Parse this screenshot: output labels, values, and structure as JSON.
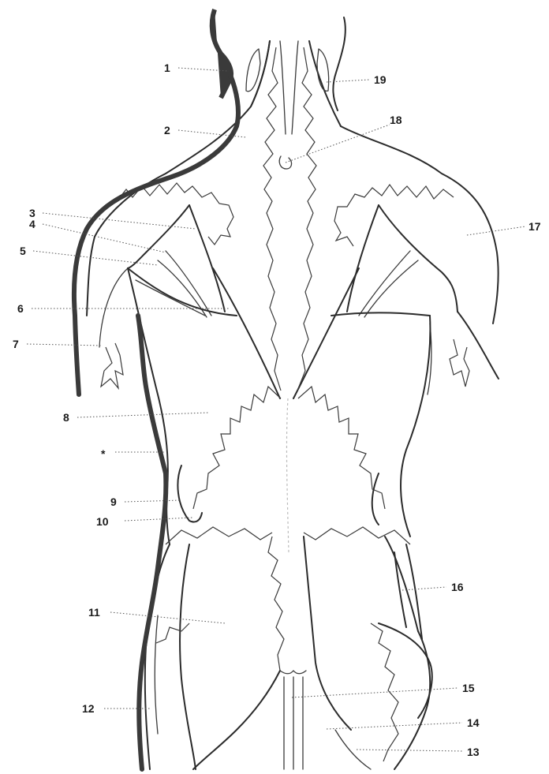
{
  "figure": {
    "labels": [
      {
        "id": "1",
        "text": "1"
      },
      {
        "id": "2",
        "text": "2"
      },
      {
        "id": "3",
        "text": "3"
      },
      {
        "id": "4",
        "text": "4"
      },
      {
        "id": "5",
        "text": "5"
      },
      {
        "id": "6",
        "text": "6"
      },
      {
        "id": "7",
        "text": "7"
      },
      {
        "id": "8",
        "text": "8"
      },
      {
        "id": "star",
        "text": "*"
      },
      {
        "id": "9",
        "text": "9"
      },
      {
        "id": "10",
        "text": "10"
      },
      {
        "id": "11",
        "text": "11"
      },
      {
        "id": "12",
        "text": "12"
      },
      {
        "id": "13",
        "text": "13"
      },
      {
        "id": "14",
        "text": "14"
      },
      {
        "id": "15",
        "text": "15"
      },
      {
        "id": "16",
        "text": "16"
      },
      {
        "id": "17",
        "text": "17"
      },
      {
        "id": "18",
        "text": "18"
      },
      {
        "id": "19",
        "text": "19"
      }
    ]
  }
}
